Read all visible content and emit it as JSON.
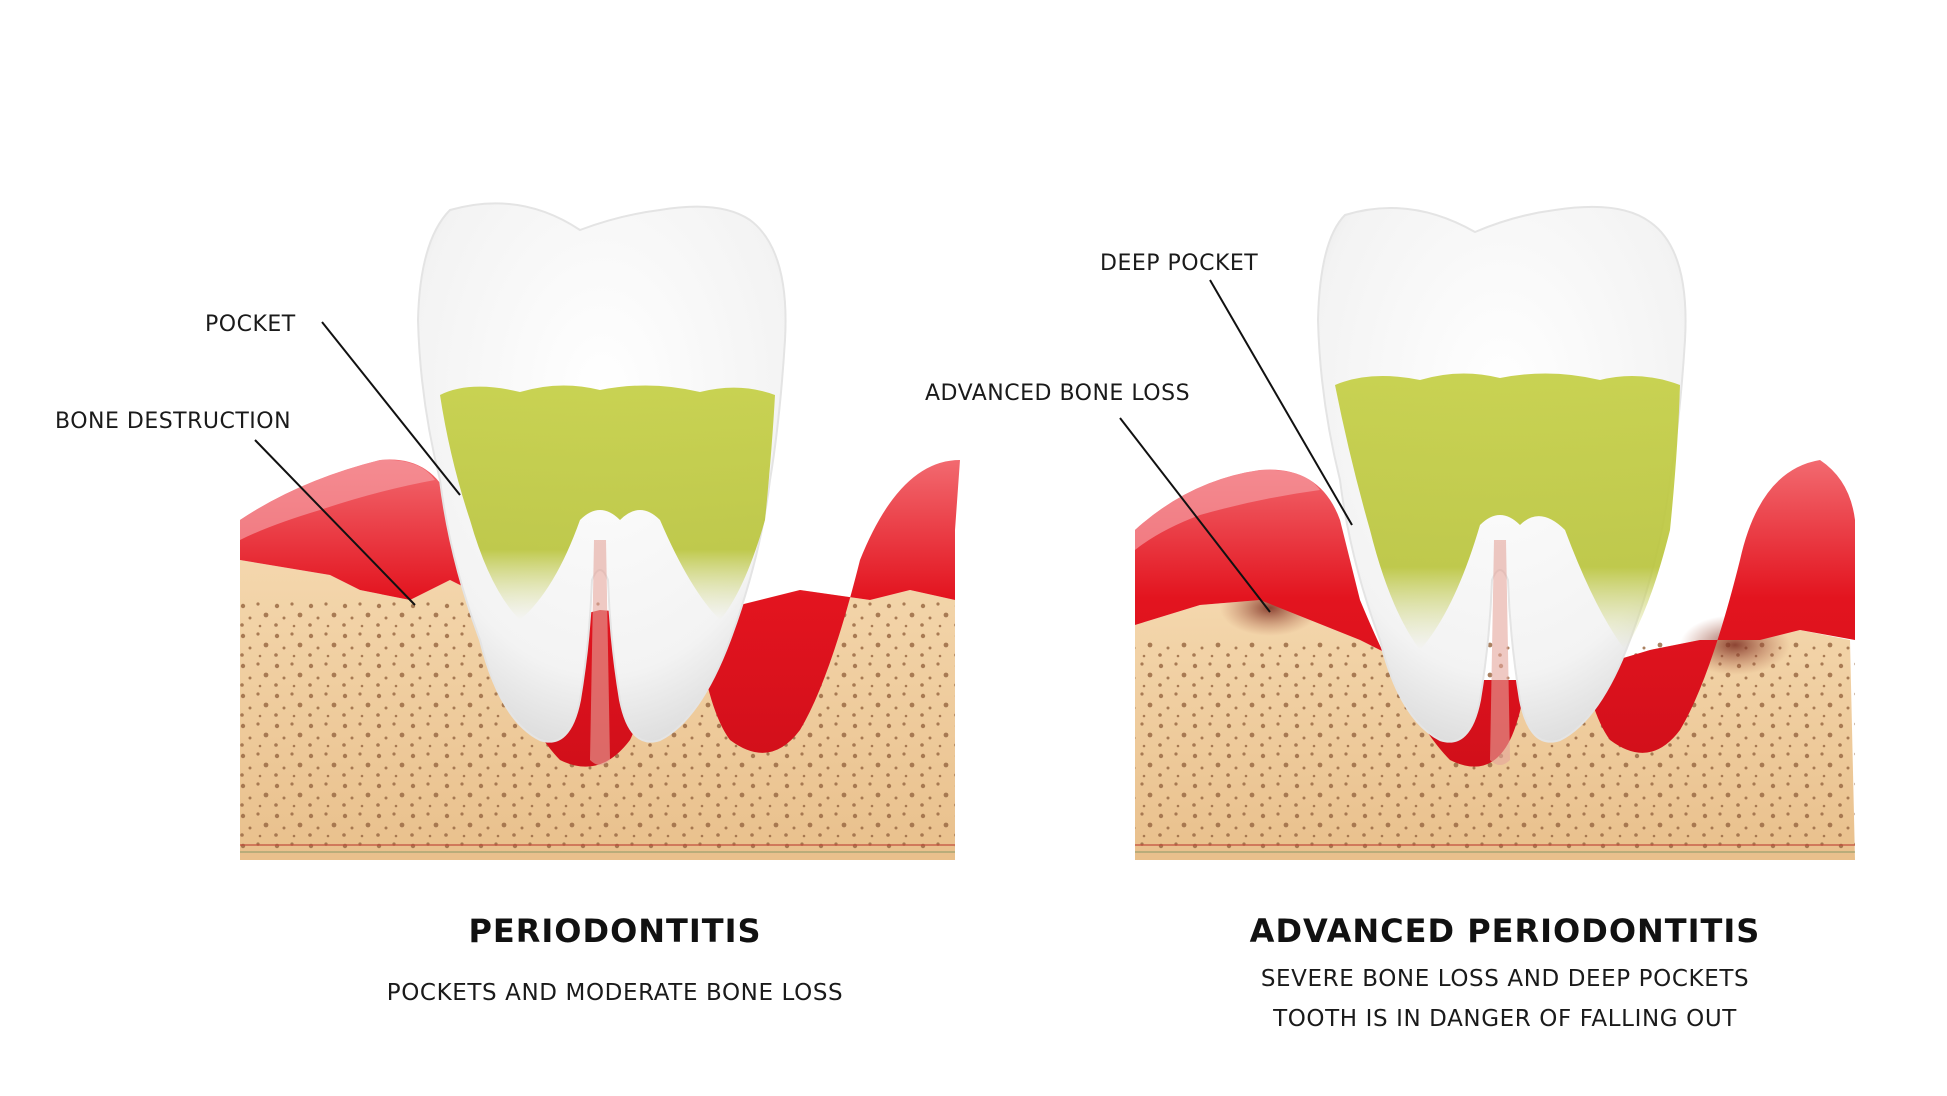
{
  "panels": [
    {
      "title": "PERIODONTITIS",
      "subtitle_lines": [
        "POCKETS AND MODERATE BONE LOSS"
      ],
      "callouts": [
        "POCKET",
        "BONE DESTRUCTION"
      ]
    },
    {
      "title": "ADVANCED PERIODONTITIS",
      "subtitle_lines": [
        "SEVERE BONE LOSS AND DEEP POCKETS",
        "TOOTH IS IN DANGER OF FALLING OUT"
      ],
      "callouts": [
        "DEEP POCKET",
        "ADVANCED BONE LOSS"
      ]
    }
  ],
  "colors": {
    "gum": "#e8222c",
    "gum_light": "#f37a80",
    "bone": "#f0cfa0",
    "bone_dark": "#d9aa78",
    "tooth": "#ffffff",
    "plaque": "#c2cc3a"
  }
}
